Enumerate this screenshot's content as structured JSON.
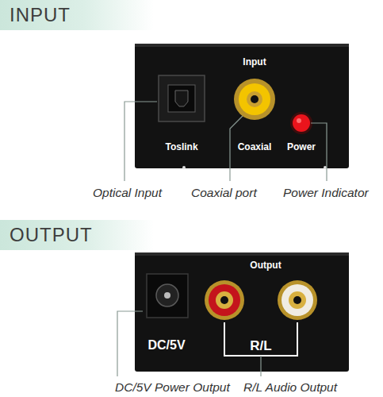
{
  "diagram": {
    "nodes": [
      {
        "text": [
          "INPUT"
        ]
      },
      {
        "text": [
          "Input",
          "Toslink",
          "Coaxial",
          "Power"
        ]
      },
      {
        "text": [
          "OUTPUT"
        ]
      },
      {
        "text": [
          "Output",
          "DC/5V",
          "R/L"
        ]
      }
    ],
    "labels": [
      "Optical Input",
      "Coaxial port",
      "Power Indicator",
      "DC/5V Power Output",
      "R/L Audio Output"
    ]
  }
}
